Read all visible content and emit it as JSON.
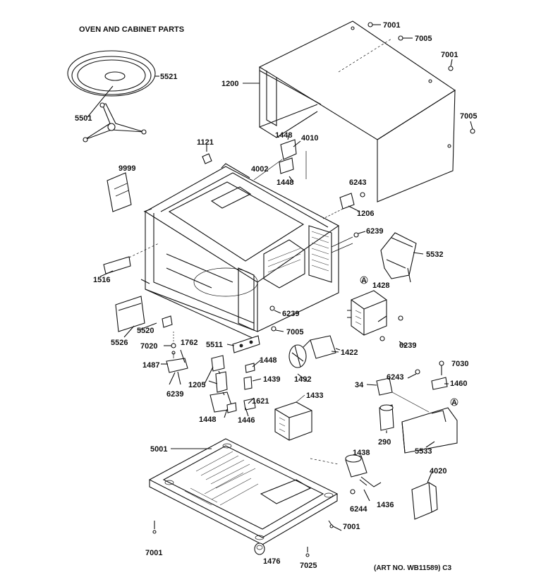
{
  "title": "OVEN AND CABINET PARTS",
  "art_number": "(ART NO. WB11589) C3",
  "labels": {
    "p7001a": "7001",
    "p7005a": "7005",
    "p7001b": "7001",
    "p1200": "1200",
    "p5521": "5521",
    "p7005b": "7005",
    "p5501": "5501",
    "p1448a": "1448",
    "p4010": "4010",
    "p1121": "1121",
    "p4002": "4002",
    "p9999": "9999",
    "p1448b": "1448",
    "p6243a": "6243",
    "p1206": "1206",
    "p6239a": "6239",
    "p5532": "5532",
    "p1516": "1516",
    "p1428": "1428",
    "p6239b": "6239",
    "p5520": "5520",
    "p7005c": "7005",
    "p5526": "5526",
    "p6239c": "6239",
    "p7020": "7020",
    "p1762": "1762",
    "p5511": "5511",
    "p1422": "1422",
    "p1487": "1487",
    "p1448c": "1448",
    "p7030": "7030",
    "p6243b": "6243",
    "p1205": "1205",
    "p1439": "1439",
    "p1492": "1492",
    "p34": "34",
    "p1460": "1460",
    "p6239d": "6239",
    "p1621": "1621",
    "p1433": "1433",
    "p1448d": "1448",
    "p1446": "1446",
    "p290": "290",
    "p5533": "5533",
    "p5001": "5001",
    "p1438": "1438",
    "p4020": "4020",
    "p6244": "6244",
    "p1436": "1436",
    "p7001c": "7001",
    "p7001d": "7001",
    "p1476": "1476",
    "p7025": "7025",
    "circleA1": "A",
    "circleA2": "A"
  }
}
